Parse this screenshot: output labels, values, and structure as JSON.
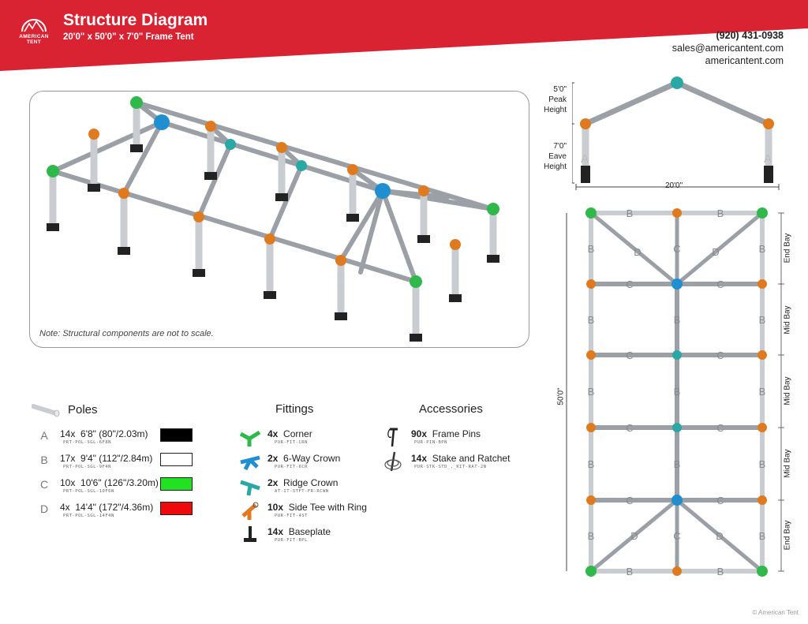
{
  "header": {
    "title": "Structure Diagram",
    "subtitle": "20'0\" x 50'0\" x 7'0\" Frame Tent",
    "logo_line1": "AMERICAN",
    "logo_line2": "TENT",
    "brand_color": "#d92332"
  },
  "contact": {
    "phone": "(920) 431-0938",
    "email": "sales@americantent.com",
    "website": "americantent.com"
  },
  "isometric": {
    "note": "Note: Structural components are not to scale."
  },
  "poles": {
    "heading": "Poles",
    "items": [
      {
        "letter": "A",
        "qty": "14x",
        "length": "6'8\" (80\"/2.03m)",
        "code": "PRT-POL-SGL-6F8N",
        "color": "#000000"
      },
      {
        "letter": "B",
        "qty": "17x",
        "length": "9'4\" (112\"/2.84m)",
        "code": "PRT-POL-SGL-9F4N",
        "color": "#ffffff"
      },
      {
        "letter": "C",
        "qty": "10x",
        "length": "10'6\" (126\"/3.20m)",
        "code": "PRT-POL-SGL-10F6N",
        "color": "#22e022"
      },
      {
        "letter": "D",
        "qty": "4x",
        "length": "14'4\" (172\"/4.36m)",
        "code": "PRT-POL-SGL-14F4N",
        "color": "#ee0a0a"
      }
    ]
  },
  "fittings": {
    "heading": "Fittings",
    "items": [
      {
        "qty": "4x",
        "name": "Corner",
        "code": "PUR-FIT-CRN",
        "icon": "corner-fitting-icon",
        "color": "#2fb94a"
      },
      {
        "qty": "2x",
        "name": "6-Way Crown",
        "code": "PUR-FIT-6CR",
        "icon": "six-way-crown-icon",
        "color": "#1f8fd1"
      },
      {
        "qty": "2x",
        "name": "Ridge Crown",
        "code": "AT-IT-STFT-FR-RCWN",
        "icon": "ridge-crown-icon",
        "color": "#2aa9a4"
      },
      {
        "qty": "10x",
        "name": "Side Tee with Ring",
        "code": "PUR-FIT-4ST",
        "icon": "side-tee-icon",
        "color": "#e07a1f"
      },
      {
        "qty": "14x",
        "name": "Baseplate",
        "code": "PUR-FIT-BPL",
        "icon": "baseplate-icon",
        "color": "#222222"
      }
    ]
  },
  "accessories": {
    "heading": "Accessories",
    "items": [
      {
        "qty": "90x",
        "name": "Frame Pins",
        "code": "PUR-PIN-BPN",
        "icon": "frame-pin-icon"
      },
      {
        "qty": "14x",
        "name": "Stake and Ratchet",
        "code": "PUR-STK-STD_,_KIT-RAT-2N",
        "icon": "stake-ratchet-icon"
      }
    ]
  },
  "elevation": {
    "peak_label": [
      "5'0\"",
      "Peak",
      "Height"
    ],
    "eave_label": [
      "7'0\"",
      "Eave",
      "Height"
    ],
    "width_label": "20'0\"",
    "leg_letter": "A"
  },
  "plan": {
    "length_label": "50'0\"",
    "bays": [
      "End Bay",
      "Mid Bay",
      "Mid Bay",
      "Mid Bay",
      "End Bay"
    ],
    "letters": {
      "b": "B",
      "c": "C",
      "d": "D"
    }
  },
  "copyright": "© American Tent"
}
